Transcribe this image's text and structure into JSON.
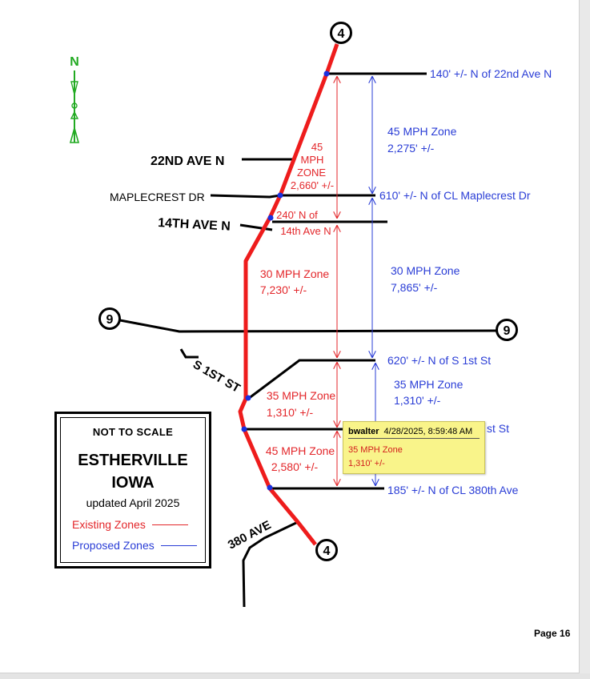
{
  "map": {
    "routes": {
      "hwy4_top": "4",
      "hwy4_bottom": "4",
      "hwy9_left": "9",
      "hwy9_right": "9"
    },
    "streets": {
      "ave22": "22ND  AVE  N",
      "maplecrest": "MAPLECREST DR",
      "ave14": "14TH  AVE  N",
      "s1st": "S  1ST ST",
      "ave380": "380 AVE"
    },
    "north_letter": "N",
    "existing_zones": [
      {
        "lines": [
          "45",
          "MPH",
          "ZONE",
          "2,660' +/-"
        ]
      },
      {
        "lines": [
          "240' N of",
          "14th Ave N"
        ]
      },
      {
        "lines": [
          "30 MPH Zone",
          "7,230' +/-"
        ]
      },
      {
        "lines": [
          "35 MPH Zone",
          "1,310' +/-"
        ]
      },
      {
        "lines": [
          "45 MPH Zone",
          "2,580' +/-"
        ]
      }
    ],
    "proposed_zones": [
      {
        "lines": [
          "45 MPH Zone",
          "2,275' +/-"
        ]
      },
      {
        "lines": [
          "30 MPH Zone",
          "7,865' +/-"
        ]
      },
      {
        "lines": [
          "35 MPH Zone",
          "1,310' +/-"
        ]
      }
    ],
    "boundary_labels": {
      "b1": "140' +/- N of 22nd Ave N",
      "b2": "610' +/- N of CL Maplecrest Dr",
      "b3": "620' +/- N of S 1st St",
      "b4": "st St",
      "b5": "185' +/- N of CL 380th Ave"
    },
    "colors": {
      "existing": "#e3262a",
      "proposed": "#2a3dd6",
      "highway": "#ee1c1c",
      "north": "#22aa22"
    }
  },
  "legend": {
    "not_to_scale": "NOT TO  SCALE",
    "city": "ESTHERVILLE",
    "state": "IOWA",
    "updated": "updated April 2025",
    "existing": "Existing Zones",
    "proposed": "Proposed Zones"
  },
  "comment": {
    "author": "bwalter",
    "datetime": "4/28/2025, 8:59:48 AM",
    "line1": "35 MPH Zone",
    "line2": "1,310' +/-"
  },
  "page": {
    "label": "Page 16"
  }
}
